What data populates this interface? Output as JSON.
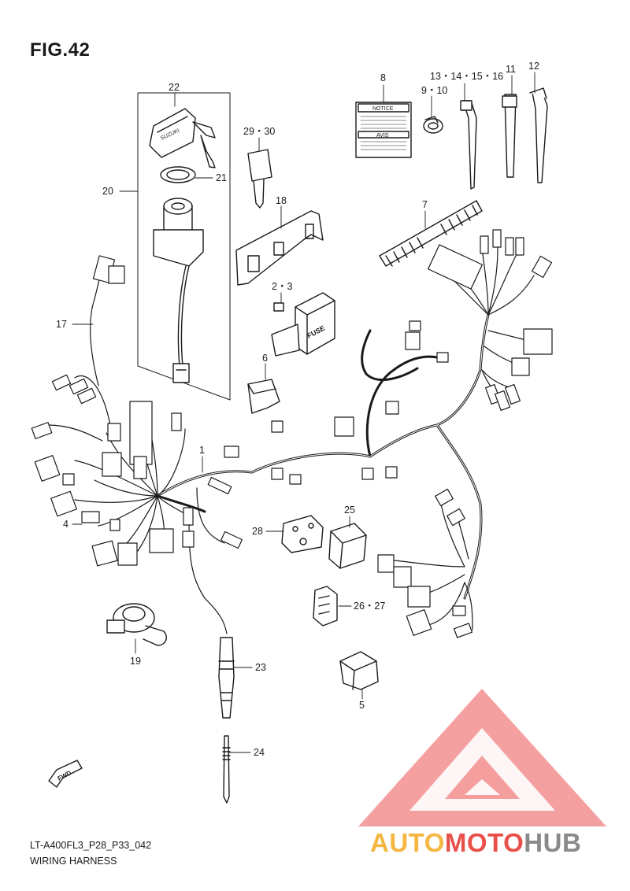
{
  "figure": {
    "title": "FIG.42",
    "code": "LT-A400FL3_P28_P33_042",
    "name": "WIRING HARNESS"
  },
  "callouts": [
    {
      "id": "c22",
      "text": "22"
    },
    {
      "id": "c21",
      "text": "21"
    },
    {
      "id": "c20",
      "text": "20"
    },
    {
      "id": "c2930",
      "text": "29・30"
    },
    {
      "id": "c8",
      "text": "8"
    },
    {
      "id": "c910",
      "text": "9・10"
    },
    {
      "id": "c13",
      "text": "13・14・15・16"
    },
    {
      "id": "c11",
      "text": "11"
    },
    {
      "id": "c12",
      "text": "12"
    },
    {
      "id": "c18",
      "text": "18"
    },
    {
      "id": "c7",
      "text": "7"
    },
    {
      "id": "c23b",
      "text": "2・3"
    },
    {
      "id": "c17",
      "text": "17"
    },
    {
      "id": "c6",
      "text": "6"
    },
    {
      "id": "c1",
      "text": "1"
    },
    {
      "id": "c4",
      "text": "4"
    },
    {
      "id": "c28",
      "text": "28"
    },
    {
      "id": "c25",
      "text": "25"
    },
    {
      "id": "c2627",
      "text": "26・27"
    },
    {
      "id": "c19",
      "text": "19"
    },
    {
      "id": "c23",
      "text": "23"
    },
    {
      "id": "c5",
      "text": "5"
    },
    {
      "id": "c24",
      "text": "24"
    }
  ],
  "part_labels": {
    "notice": "NOTICE",
    "avis": "AVIS",
    "fuse": "FUSE",
    "key_brand": "SUZUKI",
    "fwd": "FWD"
  },
  "watermark": {
    "auto": "AUTO",
    "moto": "MOTO",
    "hub": "HUB",
    "color_auto": "#f5b642",
    "color_moto": "#e8514a",
    "color_hub": "#8a8a8a",
    "color_triangle": "#f08080"
  }
}
